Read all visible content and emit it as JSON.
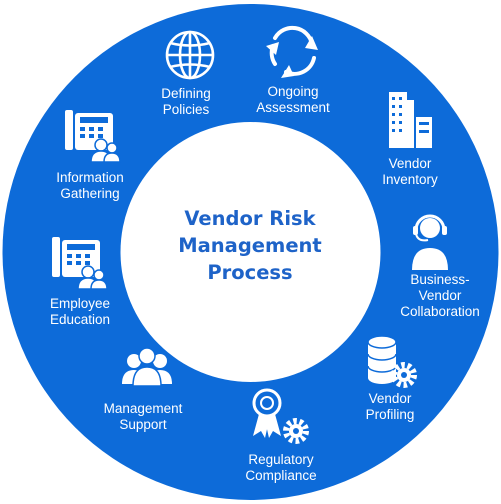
{
  "center": {
    "line1": "Vendor Risk",
    "line2": "Management",
    "line3": "Process"
  },
  "colors": {
    "ring": "#0d6bd9",
    "center_fill": "#ffffff",
    "center_text": "#1e63c8",
    "icon": "#ffffff"
  },
  "steps": [
    {
      "id": "defining-policies",
      "icon": "globe-icon",
      "lines": [
        "Defining",
        "Policies"
      ]
    },
    {
      "id": "ongoing-assessment",
      "icon": "refresh-cycle-icon",
      "lines": [
        "Ongoing",
        "Assessment"
      ]
    },
    {
      "id": "vendor-inventory",
      "icon": "buildings-icon",
      "lines": [
        "Vendor",
        "Inventory"
      ]
    },
    {
      "id": "business-vendor-collaboration",
      "icon": "headset-agent-icon",
      "lines": [
        "Business-",
        "Vendor",
        "Collaboration"
      ]
    },
    {
      "id": "vendor-profiling",
      "icon": "database-gear-icon",
      "lines": [
        "Vendor",
        "Profiling"
      ]
    },
    {
      "id": "regulatory-compliance",
      "icon": "award-gear-icon",
      "lines": [
        "Regulatory",
        "Compliance"
      ]
    },
    {
      "id": "management-support",
      "icon": "user-group-icon",
      "lines": [
        "Management",
        "Support"
      ]
    },
    {
      "id": "employee-education",
      "icon": "phone-users-icon",
      "lines": [
        "Employee",
        "Education"
      ]
    },
    {
      "id": "information-gathering",
      "icon": "phone-users-icon",
      "lines": [
        "Information",
        "Gathering"
      ]
    }
  ]
}
